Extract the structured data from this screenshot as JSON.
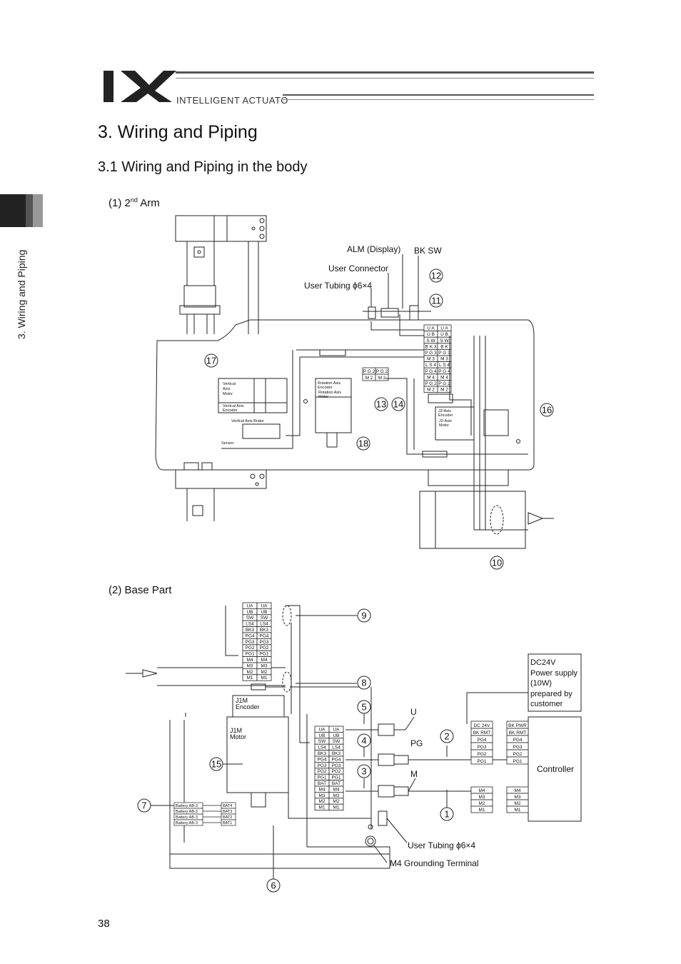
{
  "header": {
    "logo_mark": "IX",
    "brand_text": "INTELLIGENT ACTUATOR"
  },
  "side_tab": {
    "label": "3. Wiring and Piping"
  },
  "section": {
    "title": "3.  Wiring and Piping",
    "subtitle": "3.1    Wiring and Piping in the body"
  },
  "arm": {
    "heading_prefix": "(1)   2",
    "heading_sup": "nd",
    "heading_suffix": " Arm",
    "labels": {
      "alm": "ALM (Display)",
      "bksw": "BK SW",
      "user_connector": "User Connector",
      "user_tubing": "User Tubing ϕ6×4",
      "vertical_axis_motor": [
        "Vertical",
        "Axis",
        "Motor"
      ],
      "vertical_axis_encoder": [
        "Vertical Axis",
        "Encoder"
      ],
      "vertical_axis_brake": "Vertical Axis Brake",
      "rotation_axis_encoder": [
        "Rotation Axis",
        "Encoder"
      ],
      "rotation_axis_motor": [
        "Rotation Axis",
        "Motor"
      ],
      "j2_axis_encoder": [
        "J2-Axis",
        "Encoder"
      ],
      "j2_axis_motor": [
        "J2-Axis",
        "Motor"
      ],
      "sensor": "Sensor"
    },
    "terminal_rows": [
      [
        "U A",
        "U A"
      ],
      [
        "U B",
        "U B"
      ],
      [
        "S W",
        "S W"
      ],
      [
        "B K 3",
        "B K"
      ],
      [
        "P G 3",
        "P G 3"
      ],
      [
        "M 3",
        "M 3"
      ],
      [
        "L S 4",
        "L S 4"
      ],
      [
        "P G 4",
        "P G 4"
      ],
      [
        "M 4",
        "M 4"
      ],
      [
        "P G 2",
        "P G 2"
      ],
      [
        "M 2",
        "M 2"
      ]
    ],
    "mid_rows": [
      [
        "P G 2",
        "P G 2"
      ],
      [
        "M 2",
        "M 2"
      ]
    ],
    "callouts": [
      "10",
      "11",
      "12",
      "13",
      "14",
      "16",
      "17",
      "18"
    ]
  },
  "base": {
    "heading": "(2)   Base Part",
    "labels": {
      "j1m_encoder": [
        "J1M",
        "Encoder"
      ],
      "j1m_motor": [
        "J1M",
        "Motor"
      ],
      "u": "U",
      "pg": "PG",
      "m": "M",
      "controller": "Controller",
      "dc24v": [
        "DC24V",
        "Power supply",
        "(10W)",
        "prepared by",
        "customer"
      ],
      "user_tubing": "User Tubing ϕ6×4",
      "grounding": "M4 Grounding Terminal"
    },
    "top_block": [
      [
        "UA",
        "UA"
      ],
      [
        "UB",
        "UB"
      ],
      [
        "SW",
        "SW"
      ],
      [
        "LS4",
        "LS4"
      ],
      [
        "BK3",
        "BK3"
      ],
      [
        "PG4",
        "PG4"
      ],
      [
        "PG3",
        "PG3"
      ],
      [
        "PG2",
        "PG2"
      ],
      [
        "PG1",
        "PG1"
      ],
      [
        "M4",
        "M4"
      ],
      [
        "M3",
        "M3"
      ],
      [
        "M2",
        "M2"
      ],
      [
        "M1",
        "M1"
      ]
    ],
    "mid_block": [
      [
        "UA",
        "UA"
      ],
      [
        "UB",
        "UB"
      ],
      [
        "SW",
        "SW"
      ],
      [
        "LS4",
        "LS4"
      ],
      [
        "BK3",
        "BK3"
      ],
      [
        "PG4",
        "PG4"
      ],
      [
        "PG3",
        "PG3"
      ],
      [
        "PG2",
        "PG2"
      ],
      [
        "PG1",
        "PG1"
      ],
      [
        "BAT",
        "BAT"
      ],
      [
        "M4",
        "M4"
      ],
      [
        "M3",
        "M3"
      ],
      [
        "M2",
        "M2"
      ],
      [
        "M1",
        "M1"
      ]
    ],
    "controller_top": [
      [
        "DC 24V",
        "BK PWR"
      ],
      [
        "BK RMT",
        "BK RMT"
      ],
      [
        "PG4",
        "PG4"
      ],
      [
        "PG3",
        "PG3"
      ],
      [
        "PG2",
        "PG2"
      ],
      [
        "PG1",
        "PG1"
      ]
    ],
    "controller_bottom": [
      [
        "M4",
        "M4"
      ],
      [
        "M3",
        "M3"
      ],
      [
        "M2",
        "M2"
      ],
      [
        "M1",
        "M1"
      ]
    ],
    "battery_rows": [
      [
        "Battery AB-3",
        "BAT4"
      ],
      [
        "Battery AB-3",
        "BAT3"
      ],
      [
        "Battery AB-3",
        "BAT2"
      ],
      [
        "Battery AB-3",
        "BAT1"
      ]
    ],
    "callouts": [
      "1",
      "2",
      "3",
      "4",
      "5",
      "6",
      "7",
      "8",
      "9",
      "15"
    ]
  },
  "page_number": "38"
}
